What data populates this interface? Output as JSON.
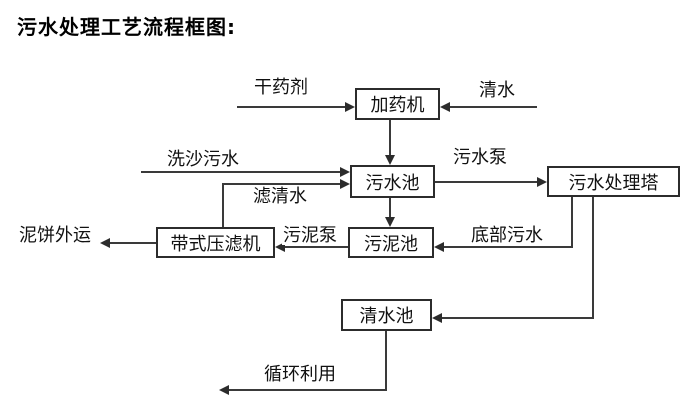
{
  "title": "污水处理工艺流程框图:",
  "nodes": {
    "dosing_machine": "加药机",
    "sewage_pool": "污水池",
    "treatment_tower": "污水处理塔",
    "sludge_pool": "污泥池",
    "belt_filter_press": "带式压滤机",
    "clean_water_pool": "清水池"
  },
  "flow_labels": {
    "dry_agent": "干药剂",
    "clean_water": "清水",
    "sand_washing_sewage": "洗沙污水",
    "sewage_pump": "污水泵",
    "filtered_water": "滤清水",
    "sludge_pump": "污泥泵",
    "bottom_sewage": "底部污水",
    "mud_cake_out": "泥饼外运",
    "recycle_use": "循环利用"
  },
  "edges": [
    {
      "from": "干药剂",
      "to": "加药机",
      "label": "干药剂"
    },
    {
      "from": "清水",
      "to": "加药机",
      "label": "清水"
    },
    {
      "from": "加药机",
      "to": "污水池",
      "label": ""
    },
    {
      "from": "洗沙污水",
      "to": "污水池",
      "label": "洗沙污水"
    },
    {
      "from": "带式压滤机",
      "to": "污水池",
      "label": "滤清水"
    },
    {
      "from": "污水池",
      "to": "污水处理塔",
      "label": "污水泵"
    },
    {
      "from": "污水池",
      "to": "污泥池",
      "label": ""
    },
    {
      "from": "污水处理塔",
      "to": "污泥池",
      "label": "底部污水"
    },
    {
      "from": "污泥池",
      "to": "带式压滤机",
      "label": "污泥泵"
    },
    {
      "from": "带式压滤机",
      "to": "泥饼外运",
      "label": "泥饼外运"
    },
    {
      "from": "污水处理塔",
      "to": "清水池",
      "label": ""
    },
    {
      "from": "清水池",
      "to": "循环利用",
      "label": "循环利用"
    }
  ],
  "colors": {
    "line": "#3a3a3a",
    "border": "#2c2c2c",
    "text": "#111111",
    "background": "#ffffff"
  }
}
